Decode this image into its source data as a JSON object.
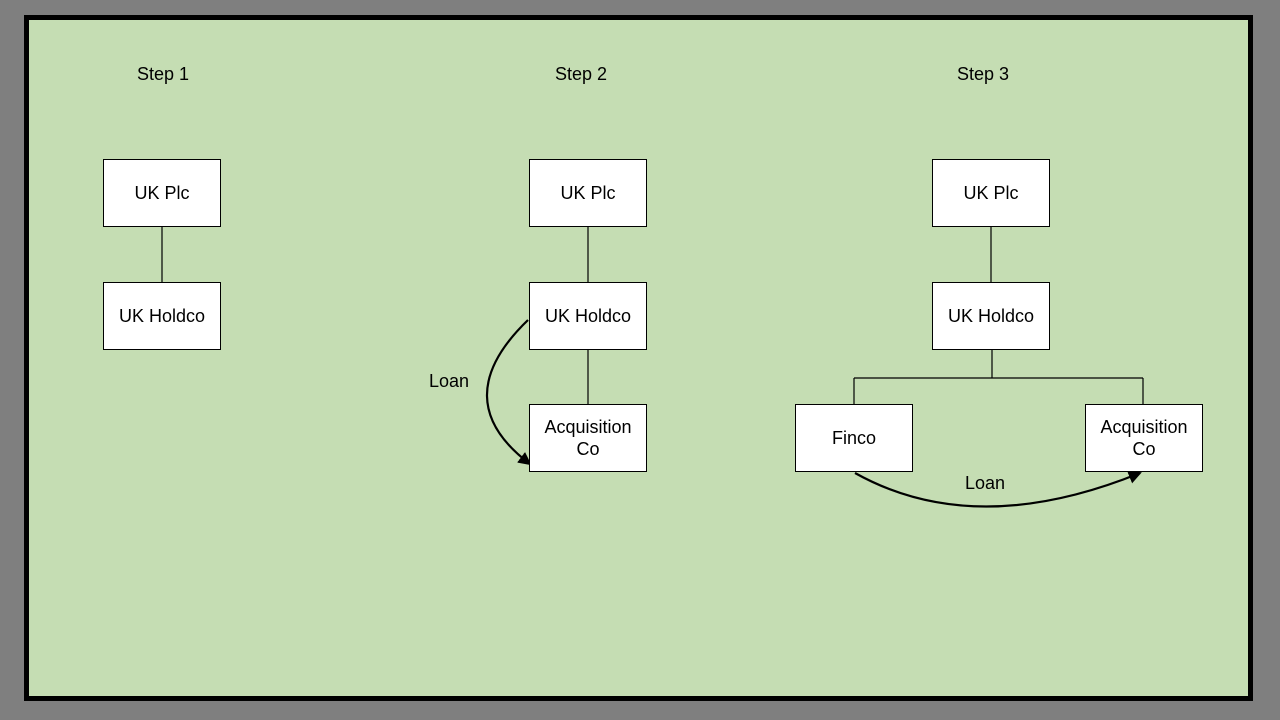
{
  "colors": {
    "backdrop_color": "#7f7f7f",
    "slide_bg_color": "#c5ddb3",
    "frame_color": "#000000",
    "box_bg_color": "#ffffff",
    "line_color": "#000000",
    "text_color": "#000000"
  },
  "steps": [
    {
      "label": "Step 1",
      "nodes": [
        {
          "label": "UK Plc"
        },
        {
          "label": "UK Holdco"
        }
      ]
    },
    {
      "label": "Step 2",
      "nodes": [
        {
          "label": "UK Plc"
        },
        {
          "label": "UK Holdco"
        },
        {
          "label": "Acquisition Co"
        }
      ],
      "loan": {
        "label": "Loan"
      }
    },
    {
      "label": "Step 3",
      "nodes": [
        {
          "label": "UK Plc"
        },
        {
          "label": "UK Holdco"
        },
        {
          "label": "Finco"
        },
        {
          "label": "Acquisition Co"
        }
      ],
      "loan": {
        "label": "Loan"
      }
    }
  ]
}
